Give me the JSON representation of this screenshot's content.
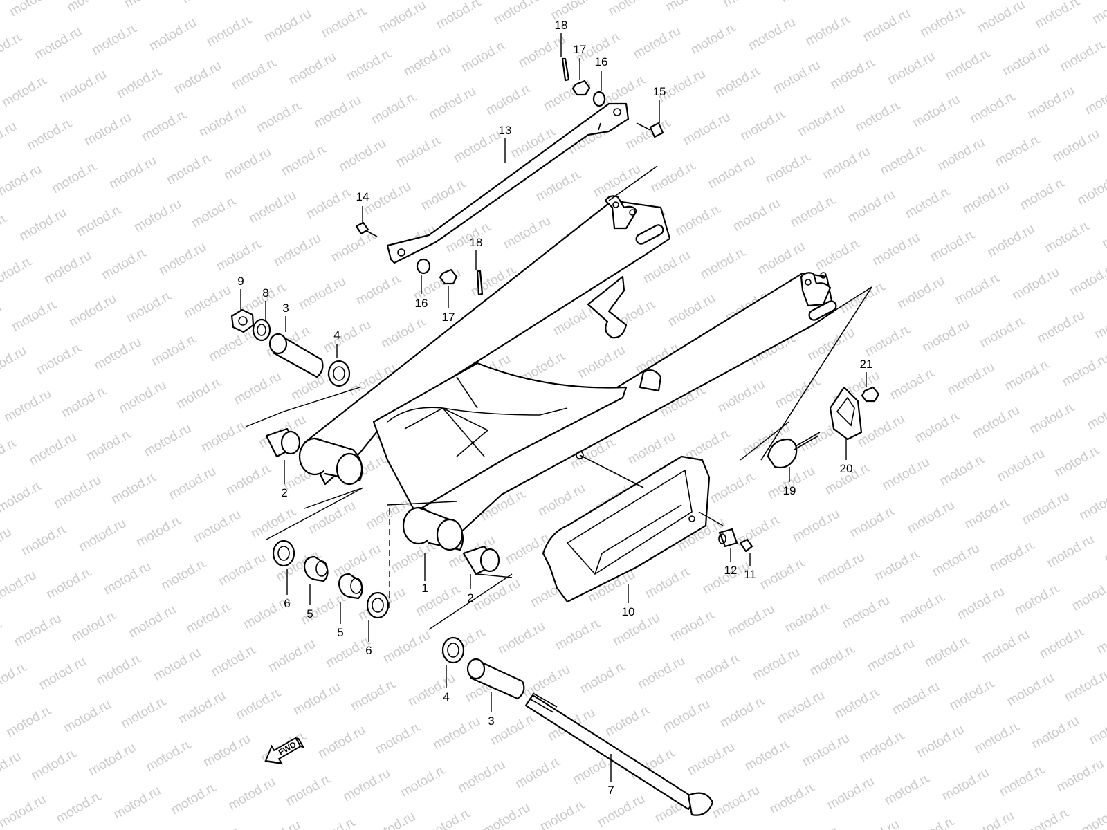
{
  "watermark": {
    "text": "motod.ru",
    "color": "#c9c9c9"
  },
  "direction_marker": {
    "label": "FWD",
    "icon": "arrow-left-icon"
  },
  "callouts": [
    {
      "id": "c1",
      "label": "1"
    },
    {
      "id": "c2a",
      "label": "2"
    },
    {
      "id": "c2b",
      "label": "2"
    },
    {
      "id": "c3a",
      "label": "3"
    },
    {
      "id": "c3b",
      "label": "3"
    },
    {
      "id": "c4a",
      "label": "4"
    },
    {
      "id": "c4b",
      "label": "4"
    },
    {
      "id": "c5a",
      "label": "5"
    },
    {
      "id": "c5b",
      "label": "5"
    },
    {
      "id": "c6a",
      "label": "6"
    },
    {
      "id": "c6b",
      "label": "6"
    },
    {
      "id": "c7",
      "label": "7"
    },
    {
      "id": "c8",
      "label": "8"
    },
    {
      "id": "c9",
      "label": "9"
    },
    {
      "id": "c10",
      "label": "10"
    },
    {
      "id": "c11",
      "label": "11"
    },
    {
      "id": "c12",
      "label": "12"
    },
    {
      "id": "c13",
      "label": "13"
    },
    {
      "id": "c14",
      "label": "14"
    },
    {
      "id": "c15",
      "label": "15"
    },
    {
      "id": "c16a",
      "label": "16"
    },
    {
      "id": "c16b",
      "label": "16"
    },
    {
      "id": "c17a",
      "label": "17"
    },
    {
      "id": "c17b",
      "label": "17"
    },
    {
      "id": "c18a",
      "label": "18"
    },
    {
      "id": "c18b",
      "label": "18"
    },
    {
      "id": "c19",
      "label": "19"
    },
    {
      "id": "c20",
      "label": "20"
    },
    {
      "id": "c21",
      "label": "21"
    }
  ]
}
